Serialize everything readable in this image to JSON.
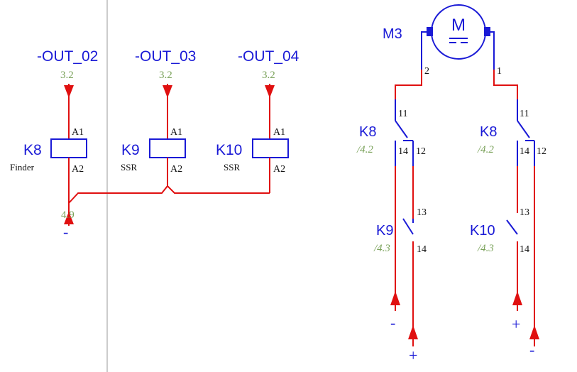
{
  "left": {
    "signals": [
      {
        "name": "-OUT_02",
        "ref": "3.2"
      },
      {
        "name": "-OUT_03",
        "ref": "3.2"
      },
      {
        "name": "-OUT_04",
        "ref": "3.2"
      }
    ],
    "relays": [
      {
        "tag": "K8",
        "type": "Finder",
        "a1": "A1",
        "a2": "A2"
      },
      {
        "tag": "K9",
        "type": "SSR",
        "a1": "A1",
        "a2": "A2"
      },
      {
        "tag": "K10",
        "type": "SSR",
        "a1": "A1",
        "a2": "A2"
      }
    ],
    "common_ref": "4.9",
    "common_sign": "-"
  },
  "right": {
    "motor": {
      "tag": "M3",
      "symbol": "M",
      "term_left": "2",
      "term_right": "1"
    },
    "left_branch": {
      "k8": {
        "tag": "K8",
        "ref": "/4.2",
        "t11": "11",
        "t14": "14",
        "t12": "12"
      },
      "k9": {
        "tag": "K9",
        "ref": "/4.3",
        "t13": "13",
        "t14": "14"
      },
      "sign_left": "-",
      "sign_right": "+"
    },
    "right_branch": {
      "k8": {
        "tag": "K8",
        "ref": "/4.2",
        "t11": "11",
        "t14": "14",
        "t12": "12"
      },
      "k10": {
        "tag": "K10",
        "ref": "/4.3",
        "t13": "13",
        "t14": "14"
      },
      "sign_left": "+",
      "sign_right": "-"
    }
  },
  "colors": {
    "wire": "#e01010",
    "symbol": "#1a1ad6",
    "reference": "#7aa25a",
    "divider": "#999999"
  }
}
